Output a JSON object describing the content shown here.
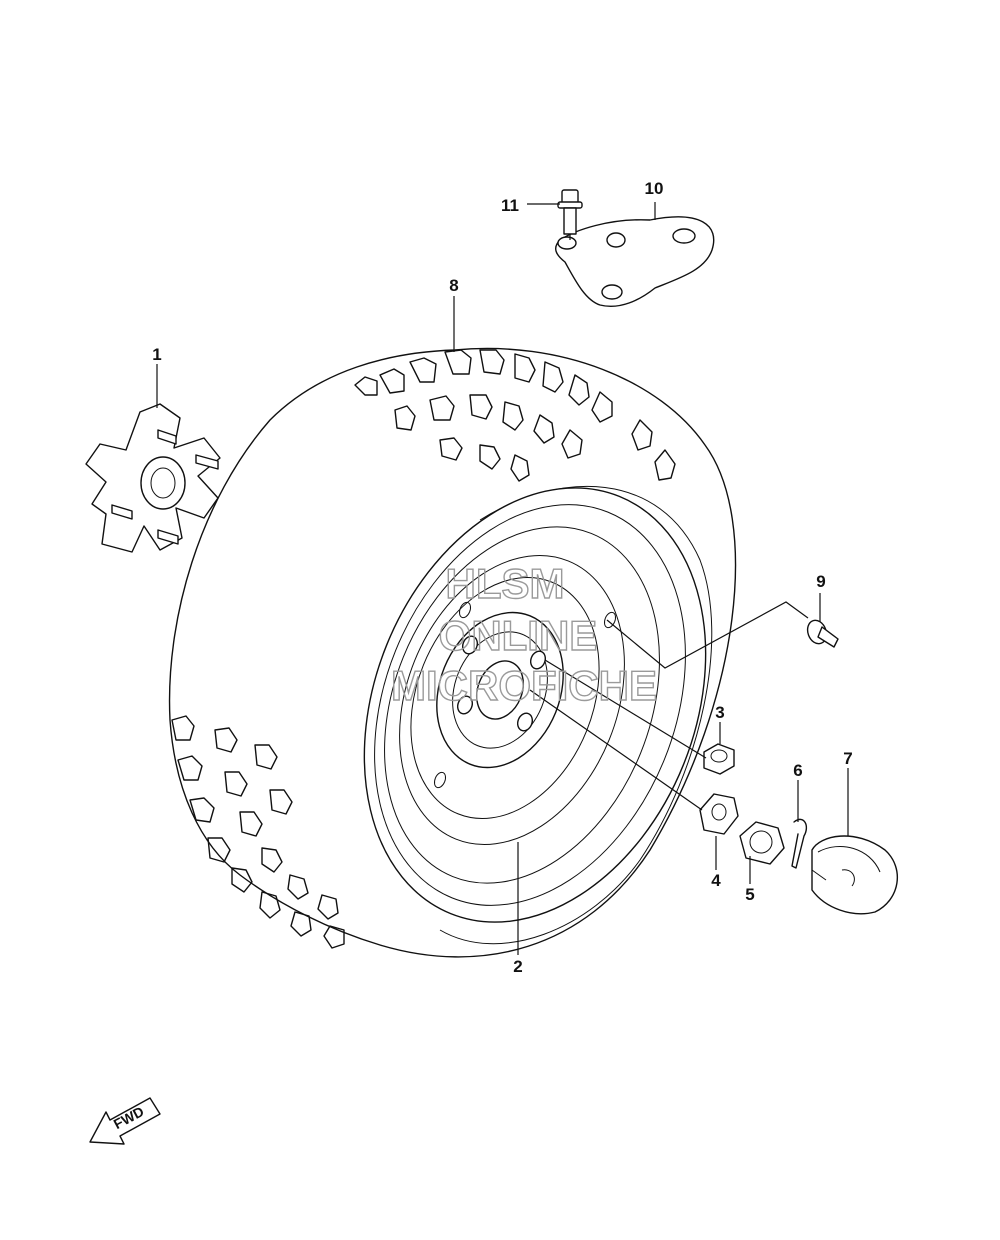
{
  "callouts": {
    "c1": "1",
    "c2": "2",
    "c3": "3",
    "c4": "4",
    "c5": "5",
    "c6": "6",
    "c7": "7",
    "c8": "8",
    "c9": "9",
    "c10": "10",
    "c11": "11"
  },
  "watermark": {
    "line1": "HLSM",
    "line2": "ONLINE",
    "line3": "MICROFICHE"
  },
  "direction_label": "FWD",
  "colors": {
    "line": "#111111",
    "watermark": "#9a9a9a",
    "background": "#ffffff"
  }
}
